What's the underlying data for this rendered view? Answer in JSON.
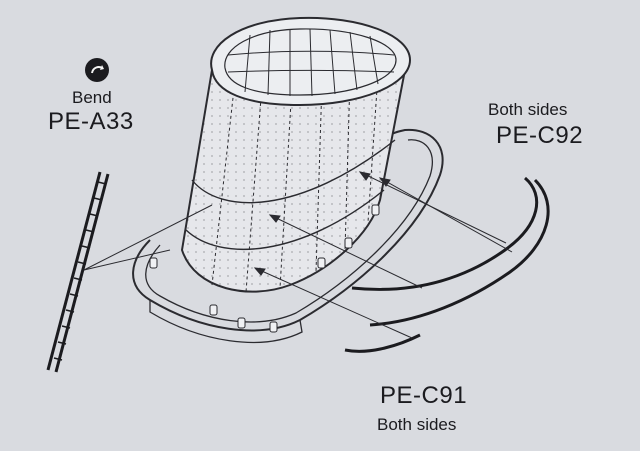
{
  "labels": {
    "bend": "Bend",
    "pe_a33": "PE-A33",
    "both_sides_top": "Both sides",
    "pe_c92": "PE-C92",
    "pe_c91": "PE-C91",
    "both_sides_bottom": "Both sides"
  },
  "icons": {
    "bend": "bend-symbol-icon"
  },
  "colors": {
    "paper": "#d9dbe0",
    "ink": "#1b1b1f"
  }
}
